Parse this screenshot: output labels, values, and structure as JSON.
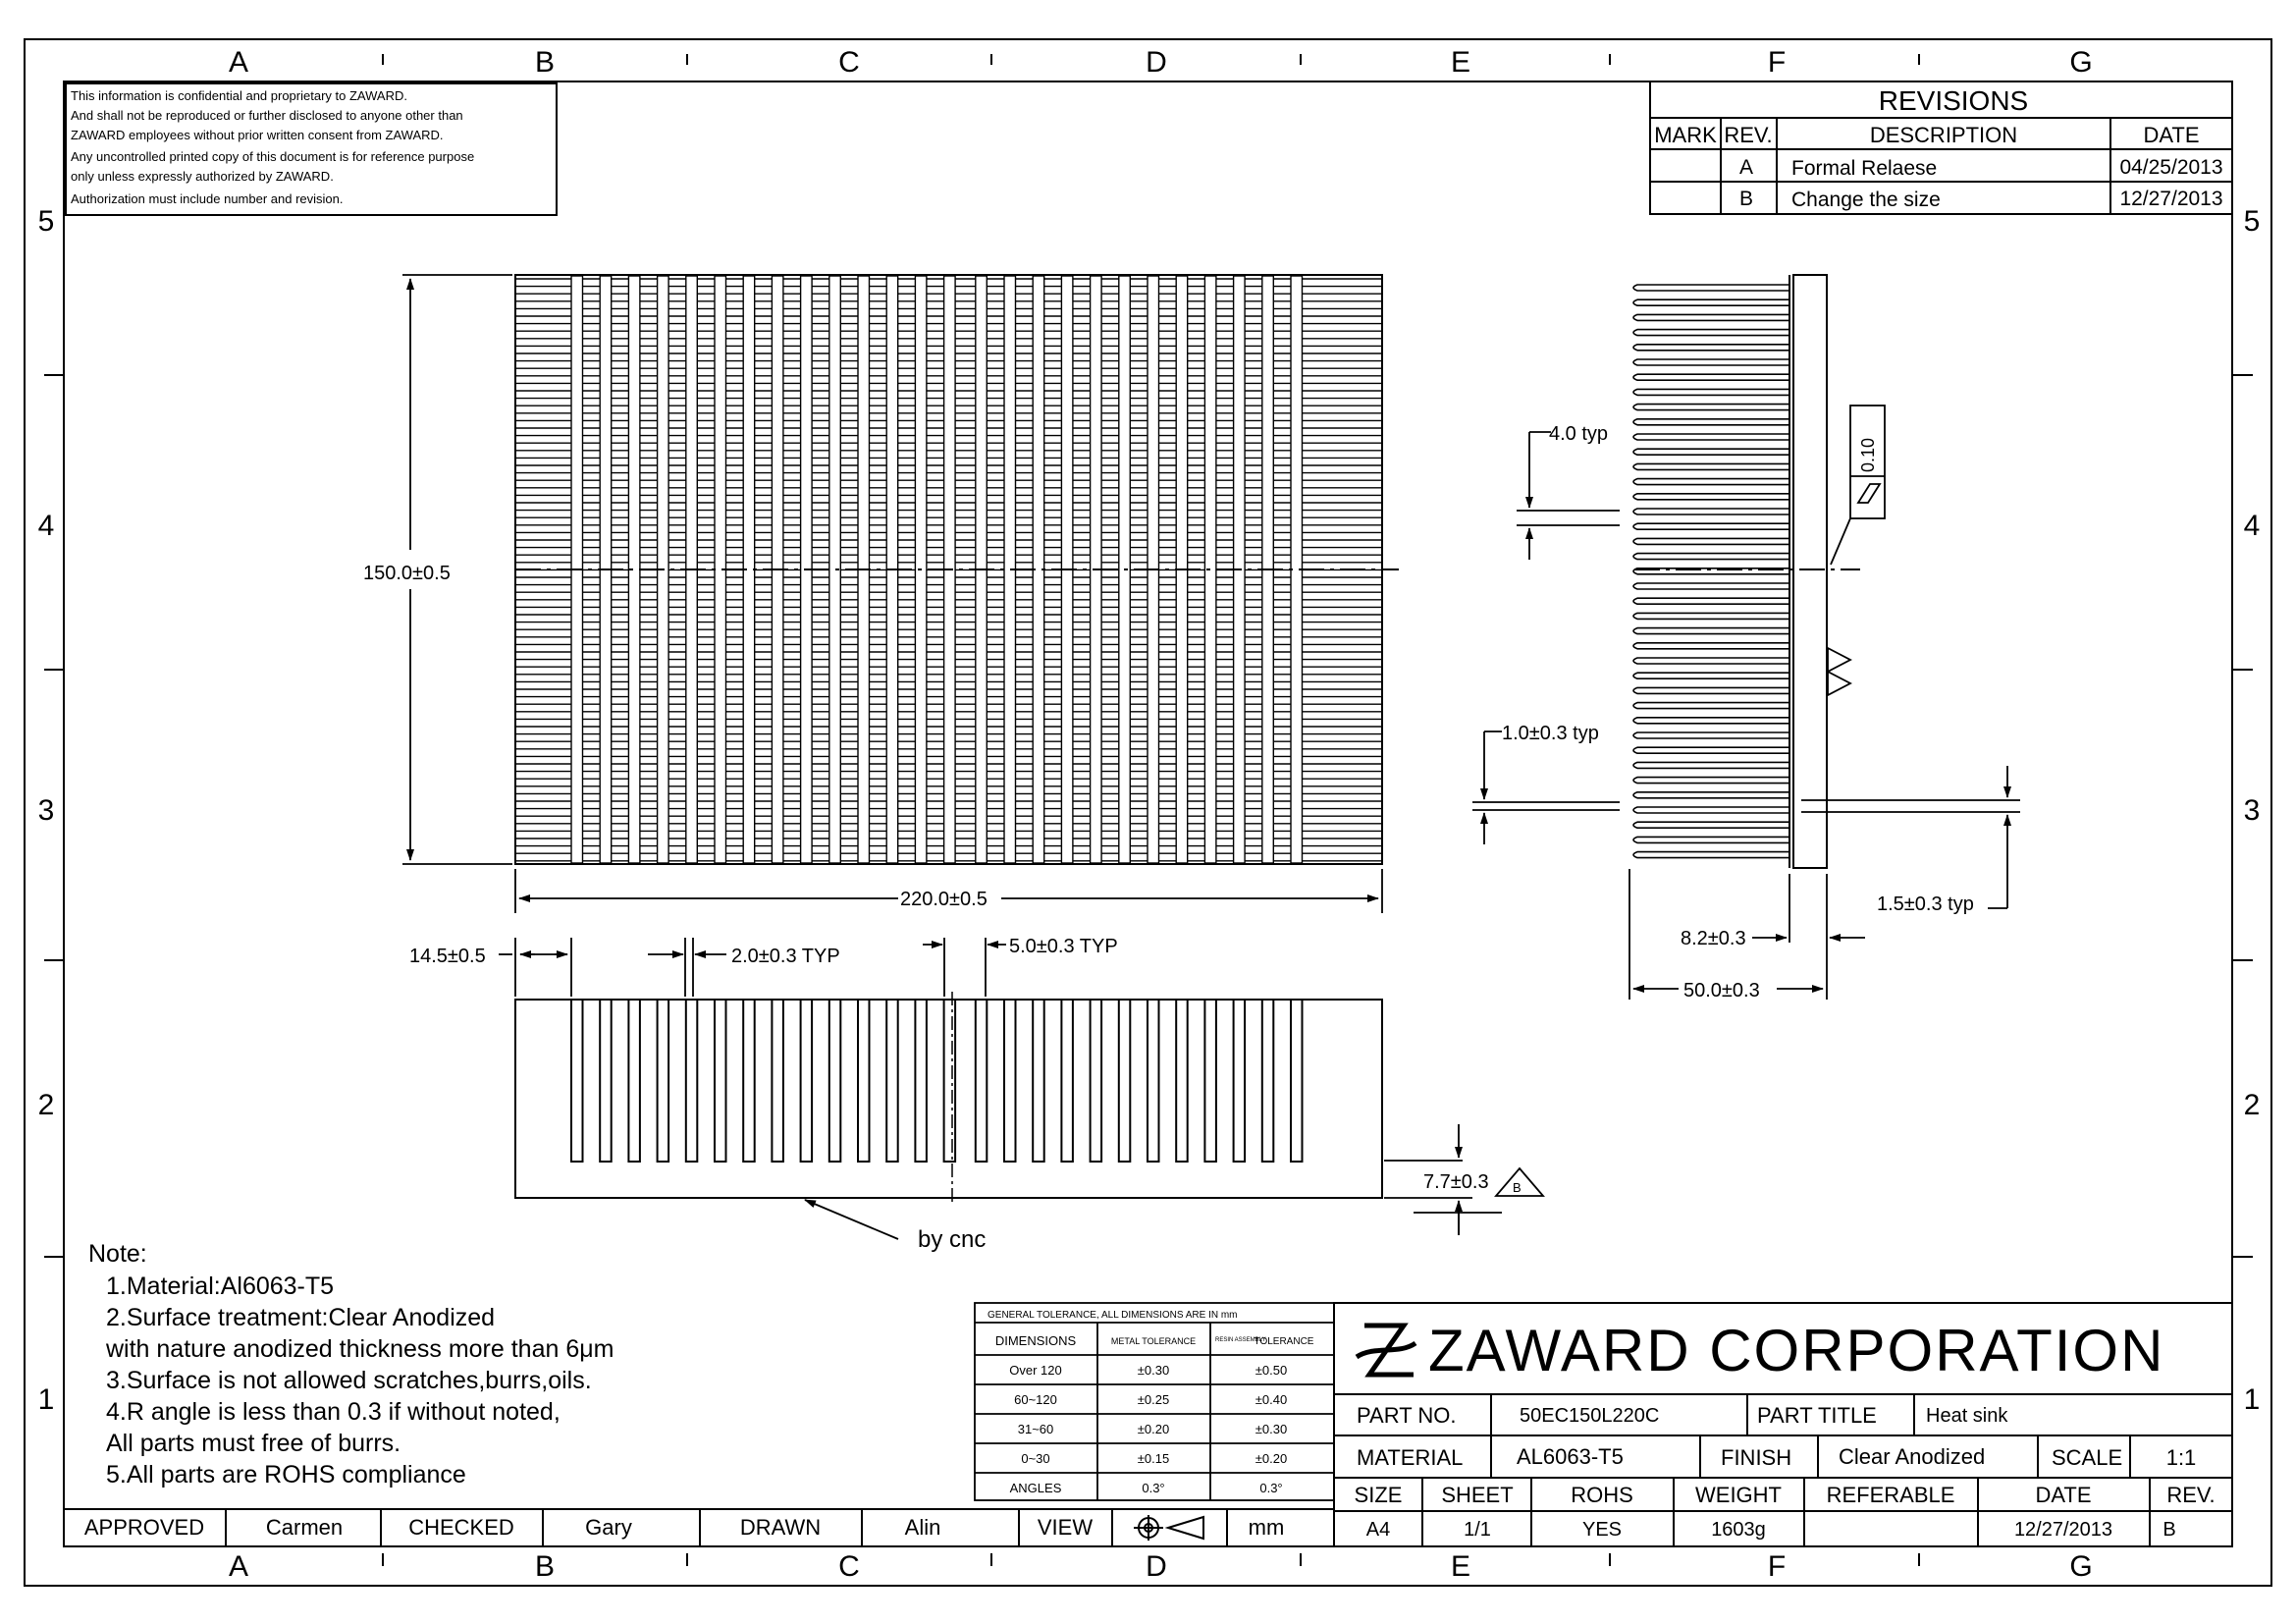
{
  "grid": {
    "columns": [
      "A",
      "B",
      "C",
      "D",
      "E",
      "F",
      "G"
    ],
    "rows": [
      "5",
      "4",
      "3",
      "2",
      "1"
    ]
  },
  "confidential_note": [
    "This information is confidential and proprietary to ZAWARD.",
    "And shall not be reproduced or further disclosed to anyone other than",
    "ZAWARD employees without prior written consent from ZAWARD.",
    "Any uncontrolled printed copy of this document is for reference purpose",
    "only unless expressly authorized by ZAWARD.",
    "Authorization must include number and revision."
  ],
  "revisions": {
    "title": "REVISIONS",
    "headers": {
      "mark": "MARK",
      "rev": "REV.",
      "description": "DESCRIPTION",
      "date": "DATE"
    },
    "rows": [
      {
        "mark": "",
        "rev": "A",
        "description": "Formal Relaese",
        "date": "04/25/2013"
      },
      {
        "mark": "",
        "rev": "B",
        "description": "Change the size",
        "date": "12/27/2013"
      }
    ]
  },
  "dimensions": {
    "height": "150.0±0.5",
    "width": "220.0±0.5",
    "edge": "14.5±0.5",
    "slot": "2.0±0.3 TYP",
    "fin": "5.0±0.3 TYP",
    "base": "7.7±0.3",
    "fin_pitch": "4.0 typ",
    "fin_thick": "1.0±0.3 typ",
    "base_thick": "1.5±0.3 typ",
    "fin_base": "8.2±0.3",
    "depth": "50.0±0.3",
    "flatness": "0.10",
    "cnc_note": "by cnc"
  },
  "notes": {
    "title": "Note:",
    "items": [
      "1.Material:Al6063-T5",
      "2.Surface treatment:Clear Anodized",
      "   with nature anodized thickness more than 6μm",
      "3.Surface is not allowed scratches,burrs,oils.",
      "4.R angle is less than 0.3 if without noted,",
      "   All parts must free of burrs.",
      "5.All parts are ROHS compliance"
    ]
  },
  "tolerance_table": {
    "title": "GENERAL TOLERANCE, ALL DIMENSIONS ARE IN mm",
    "headers": [
      "DIMENSIONS",
      "METAL TOLERANCE",
      "RESIN ASSEMBLY",
      "TOLERANCE"
    ],
    "rows": [
      {
        "range": "Over 120",
        "metal": "±0.30",
        "resin": "±0.50"
      },
      {
        "range": "60~120",
        "metal": "±0.25",
        "resin": "±0.40"
      },
      {
        "range": "31~60",
        "metal": "±0.20",
        "resin": "±0.30"
      },
      {
        "range": "0~30",
        "metal": "±0.15",
        "resin": "±0.20"
      },
      {
        "range": "ANGLES",
        "metal": "0.3°",
        "resin": "0.3°"
      }
    ]
  },
  "title_block": {
    "company": "ZAWARD   CORPORATION",
    "part_no_label": "PART NO.",
    "part_no": "50EC150L220C",
    "part_title_label": "PART TITLE",
    "part_title": "Heat sink",
    "material_label": "MATERIAL",
    "material": "AL6063-T5",
    "finish_label": "FINISH",
    "finish": "Clear  Anodized",
    "scale_label": "SCALE",
    "scale": "1:1",
    "size_label": "SIZE",
    "sheet_label": "SHEET",
    "rohs_label": "ROHS",
    "weight_label": "WEIGHT",
    "referable_label": "REFERABLE",
    "date_label": "DATE",
    "rev_label": "REV.",
    "size": "A4",
    "sheet": "1/1",
    "rohs": "YES",
    "weight": "1603g",
    "referable": "",
    "date": "12/27/2013",
    "rev": "B"
  },
  "approval_row": {
    "approved_label": "APPROVED",
    "approved": "Carmen",
    "checked_label": "CHECKED",
    "checked": "Gary",
    "drawn_label": "DRAWN",
    "drawn": "Alin",
    "view_label": "VIEW",
    "unit": "mm"
  }
}
